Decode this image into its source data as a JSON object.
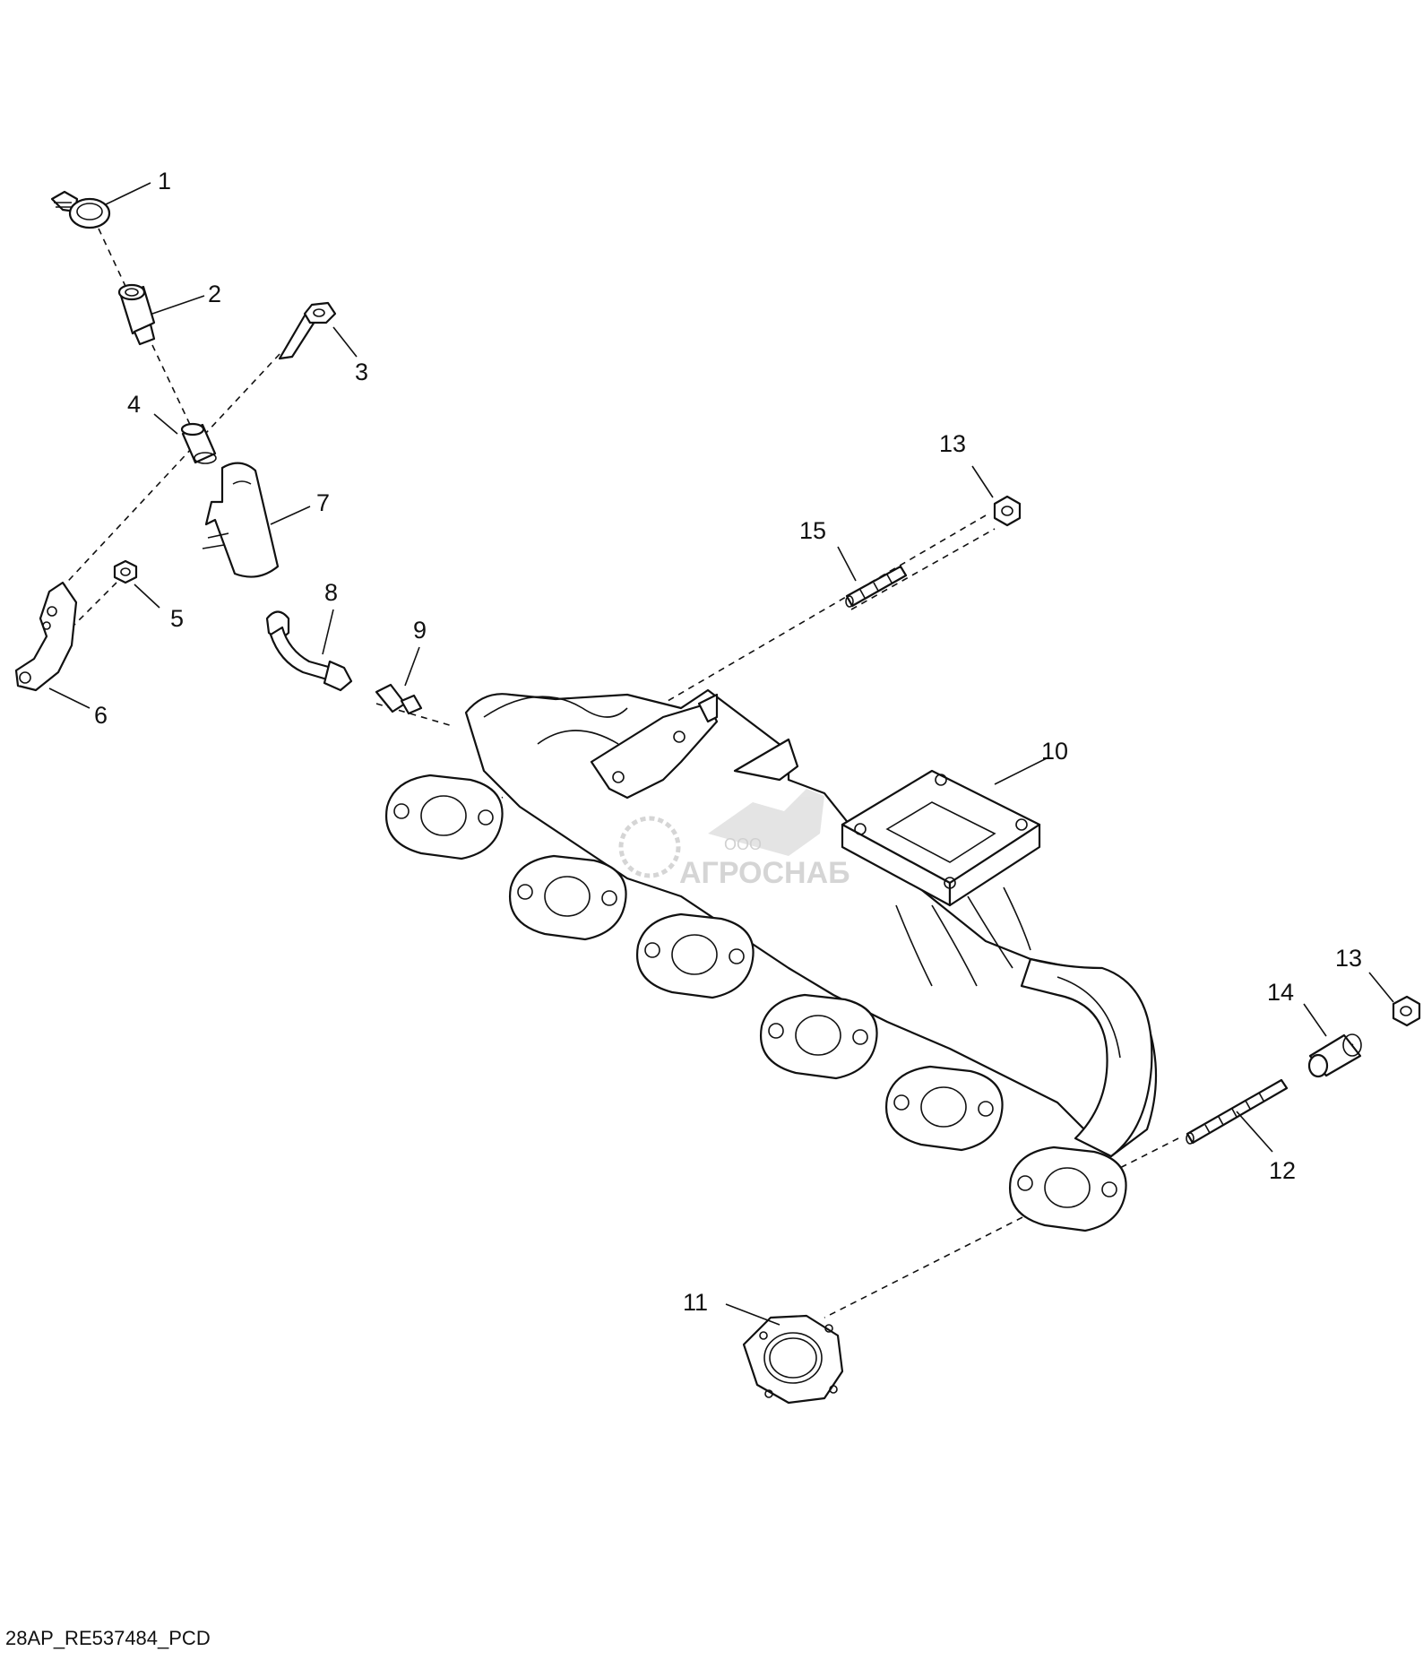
{
  "callouts": {
    "c1": "1",
    "c2": "2",
    "c3": "3",
    "c4": "4",
    "c5": "5",
    "c6": "6",
    "c7": "7",
    "c8": "8",
    "c9": "9",
    "c10": "10",
    "c11": "11",
    "c12": "12",
    "c13a": "13",
    "c13b": "13",
    "c14": "14",
    "c15": "15"
  },
  "watermark": {
    "prefix": "ООО",
    "name": "АГРОСНАБ"
  },
  "footer": {
    "code": "28AP_RE537484_PCD"
  }
}
